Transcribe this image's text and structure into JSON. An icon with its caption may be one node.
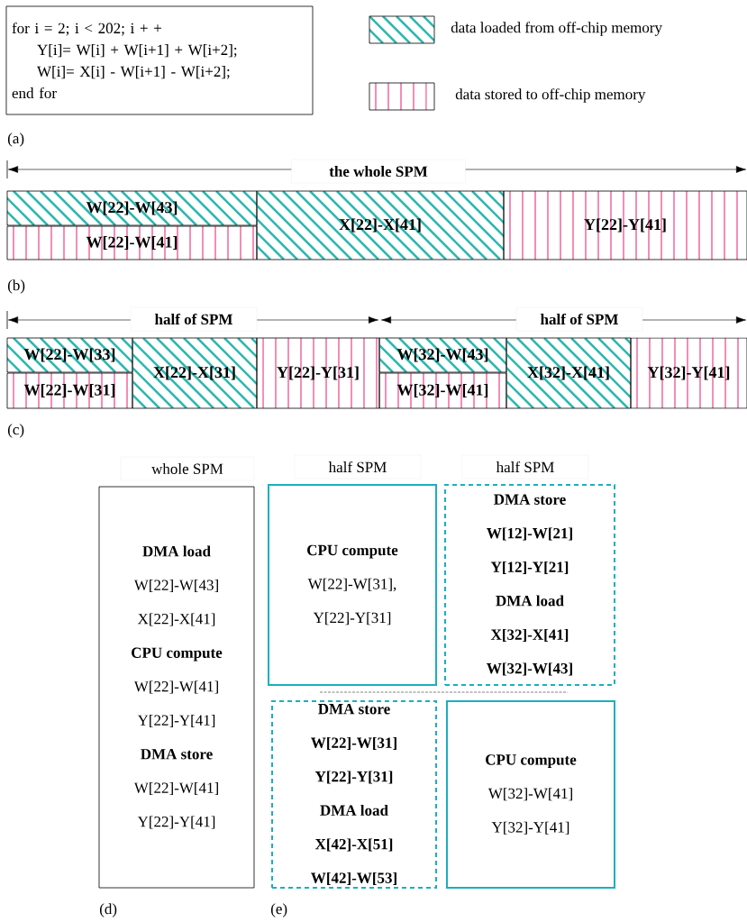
{
  "diagram": {
    "nodes": [
      {
        "text": [
          "for i = 2; i < 202; i + +",
          "Y[i]= W[i] + W[i+1] + W[i+2];",
          "W[i]= X[i] - W[i+1] -  W[i+2];",
          "end for"
        ]
      },
      {
        "text": [
          "W[22]-W[43]"
        ]
      },
      {
        "text": [
          "W[22]-W[41]"
        ]
      },
      {
        "text": [
          "X[22]-X[41]"
        ]
      },
      {
        "text": [
          "Y[22]-Y[41]"
        ]
      },
      {
        "text": [
          "W[22]-W[33]"
        ]
      },
      {
        "text": [
          "W[22]-W[31]"
        ]
      },
      {
        "text": [
          "X[22]-X[31]"
        ]
      },
      {
        "text": [
          "Y[22]-Y[31]"
        ]
      },
      {
        "text": [
          "W[32]-W[43]"
        ]
      },
      {
        "text": [
          "W[32]-W[41]"
        ]
      },
      {
        "text": [
          "X[32]-X[41]"
        ]
      },
      {
        "text": [
          "Y[32]-Y[41]"
        ]
      },
      {
        "text": [
          "DMA load",
          "W[22]-W[43]",
          "X[22]-X[41]",
          "CPU compute",
          "W[22]-W[41]",
          "Y[22]-Y[41]",
          "DMA store",
          "W[22]-W[41]",
          "Y[22]-Y[41]"
        ],
        "beside": [
          "whole SPM"
        ]
      },
      {
        "text": [
          "CPU compute",
          "W[22]-W[31],",
          "Y[22]-Y[31]"
        ],
        "beside": [
          "half SPM"
        ]
      },
      {
        "text": [
          "DMA store",
          "W[12]-W[21]",
          "Y[12]-Y[21]",
          "DMA load",
          "X[32]-X[41]",
          "W[32]-W[43]"
        ],
        "beside": [
          "half SPM"
        ]
      },
      {
        "text": [
          "DMA store",
          "W[22]-W[31]",
          "Y[22]-Y[31]",
          "DMA load",
          "X[42]-X[51]",
          "W[42]-W[53]"
        ]
      },
      {
        "text": [
          "CPU compute",
          "W[32]-W[41]",
          "Y[32]-Y[41]"
        ]
      }
    ],
    "labels": [
      "(a)",
      "the whole SPM",
      "(b)",
      "half of SPM",
      "half of SPM",
      "(c)",
      "(d)",
      "(e)"
    ],
    "legend": [
      {
        "text": "data loaded from off-chip memory"
      },
      {
        "text": "data stored to off-chip memory"
      }
    ]
  }
}
